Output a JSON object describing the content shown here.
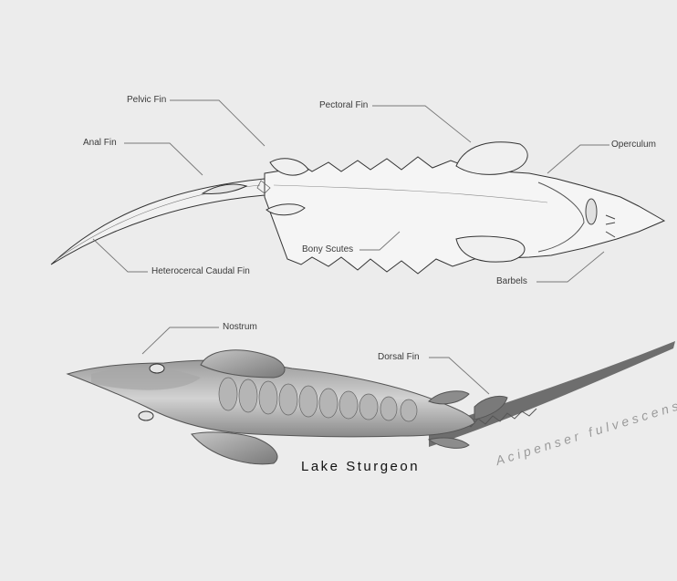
{
  "labels": {
    "pelvic_fin": "Pelvic Fin",
    "pectoral_fin": "Pectoral Fin",
    "anal_fin": "Anal Fin",
    "operculum": "Operculum",
    "bony_scutes": "Bony Scutes",
    "heterocercal_caudal_fin": "Heterocercal Caudal Fin",
    "barbels": "Barbels",
    "nostrum": "Nostrum",
    "dorsal_fin": "Dorsal Fin"
  },
  "common_name": "Lake Sturgeon",
  "scientific_name": "Acipenser fulvescens"
}
